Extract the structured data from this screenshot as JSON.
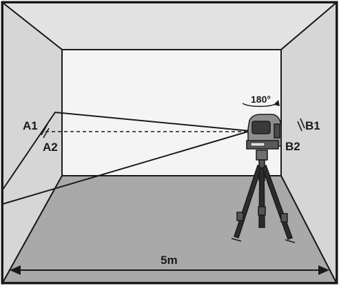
{
  "diagram": {
    "labels": {
      "a1": "A1",
      "a2": "A2",
      "b1": "B1",
      "b2": "B2",
      "rotation": "180°",
      "distance": "5m"
    },
    "colors": {
      "outline": "#1a1a1a",
      "back_wall": "#f4f4f4",
      "side_wall": "#d6d6d6",
      "ceiling": "#e2e2e2",
      "floor": "#a9a9a9",
      "device_body": "#8e8e8e",
      "device_dark": "#3a3a3a"
    }
  }
}
